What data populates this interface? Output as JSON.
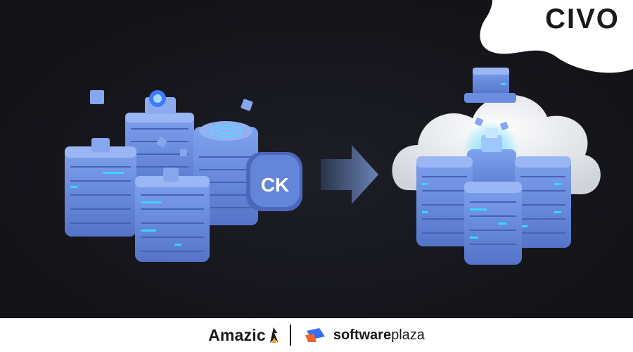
{
  "brand": {
    "logo_text": "CIVO",
    "logo_color": "#1a1a1a"
  },
  "illustration": {
    "left_cluster_badge": "CK",
    "arrow_direction": "right",
    "accent_blue": "#6f93e6",
    "glow_cyan": "#39d6ff",
    "background": "#16161b"
  },
  "footer": {
    "partner_name": "Amazic",
    "partner2_bold": "software",
    "partner2_light": "plaza",
    "partner2_colors": [
      "#3a6ff0",
      "#f0642e"
    ]
  }
}
